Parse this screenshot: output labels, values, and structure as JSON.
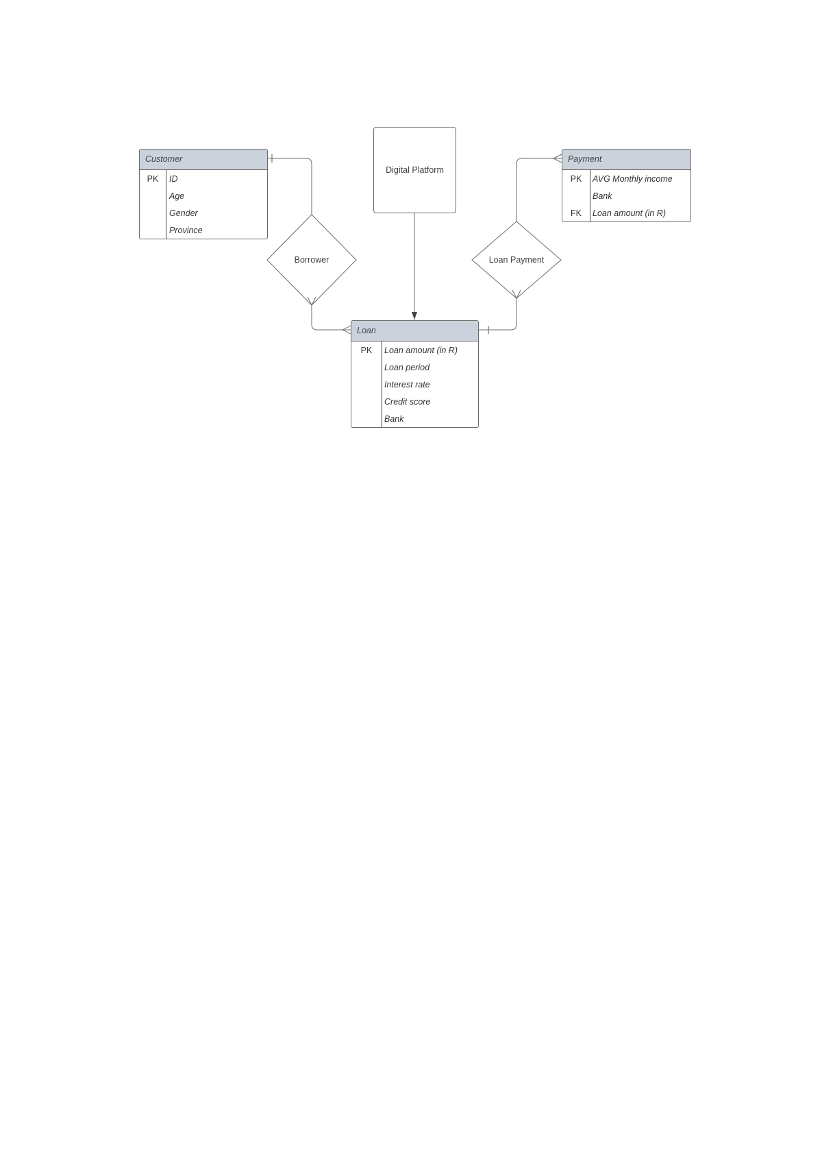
{
  "diagram": {
    "platform": {
      "label": "Digital Platform"
    },
    "entities": {
      "customer": {
        "title": "Customer",
        "rows": [
          {
            "key": "PK",
            "attr": "ID"
          },
          {
            "key": "",
            "attr": "Age"
          },
          {
            "key": "",
            "attr": "Gender"
          },
          {
            "key": "",
            "attr": "Province"
          }
        ]
      },
      "payment": {
        "title": "Payment",
        "rows": [
          {
            "key": "PK",
            "attr": "AVG Monthly income"
          },
          {
            "key": "",
            "attr": "Bank"
          },
          {
            "key": "FK",
            "attr": "Loan amount (in R)"
          }
        ]
      },
      "loan": {
        "title": "Loan",
        "rows": [
          {
            "key": "PK",
            "attr": "Loan amount (in R)"
          },
          {
            "key": "",
            "attr": "Loan period"
          },
          {
            "key": "",
            "attr": "Interest rate"
          },
          {
            "key": "",
            "attr": "Credit score"
          },
          {
            "key": "",
            "attr": "Bank"
          }
        ]
      }
    },
    "relationships": {
      "borrower": {
        "label": "Borrower"
      },
      "loan_payment": {
        "label": "Loan Payment"
      }
    },
    "colors": {
      "header_fill": "#ccd2db",
      "line": "#6b6b6b"
    }
  }
}
